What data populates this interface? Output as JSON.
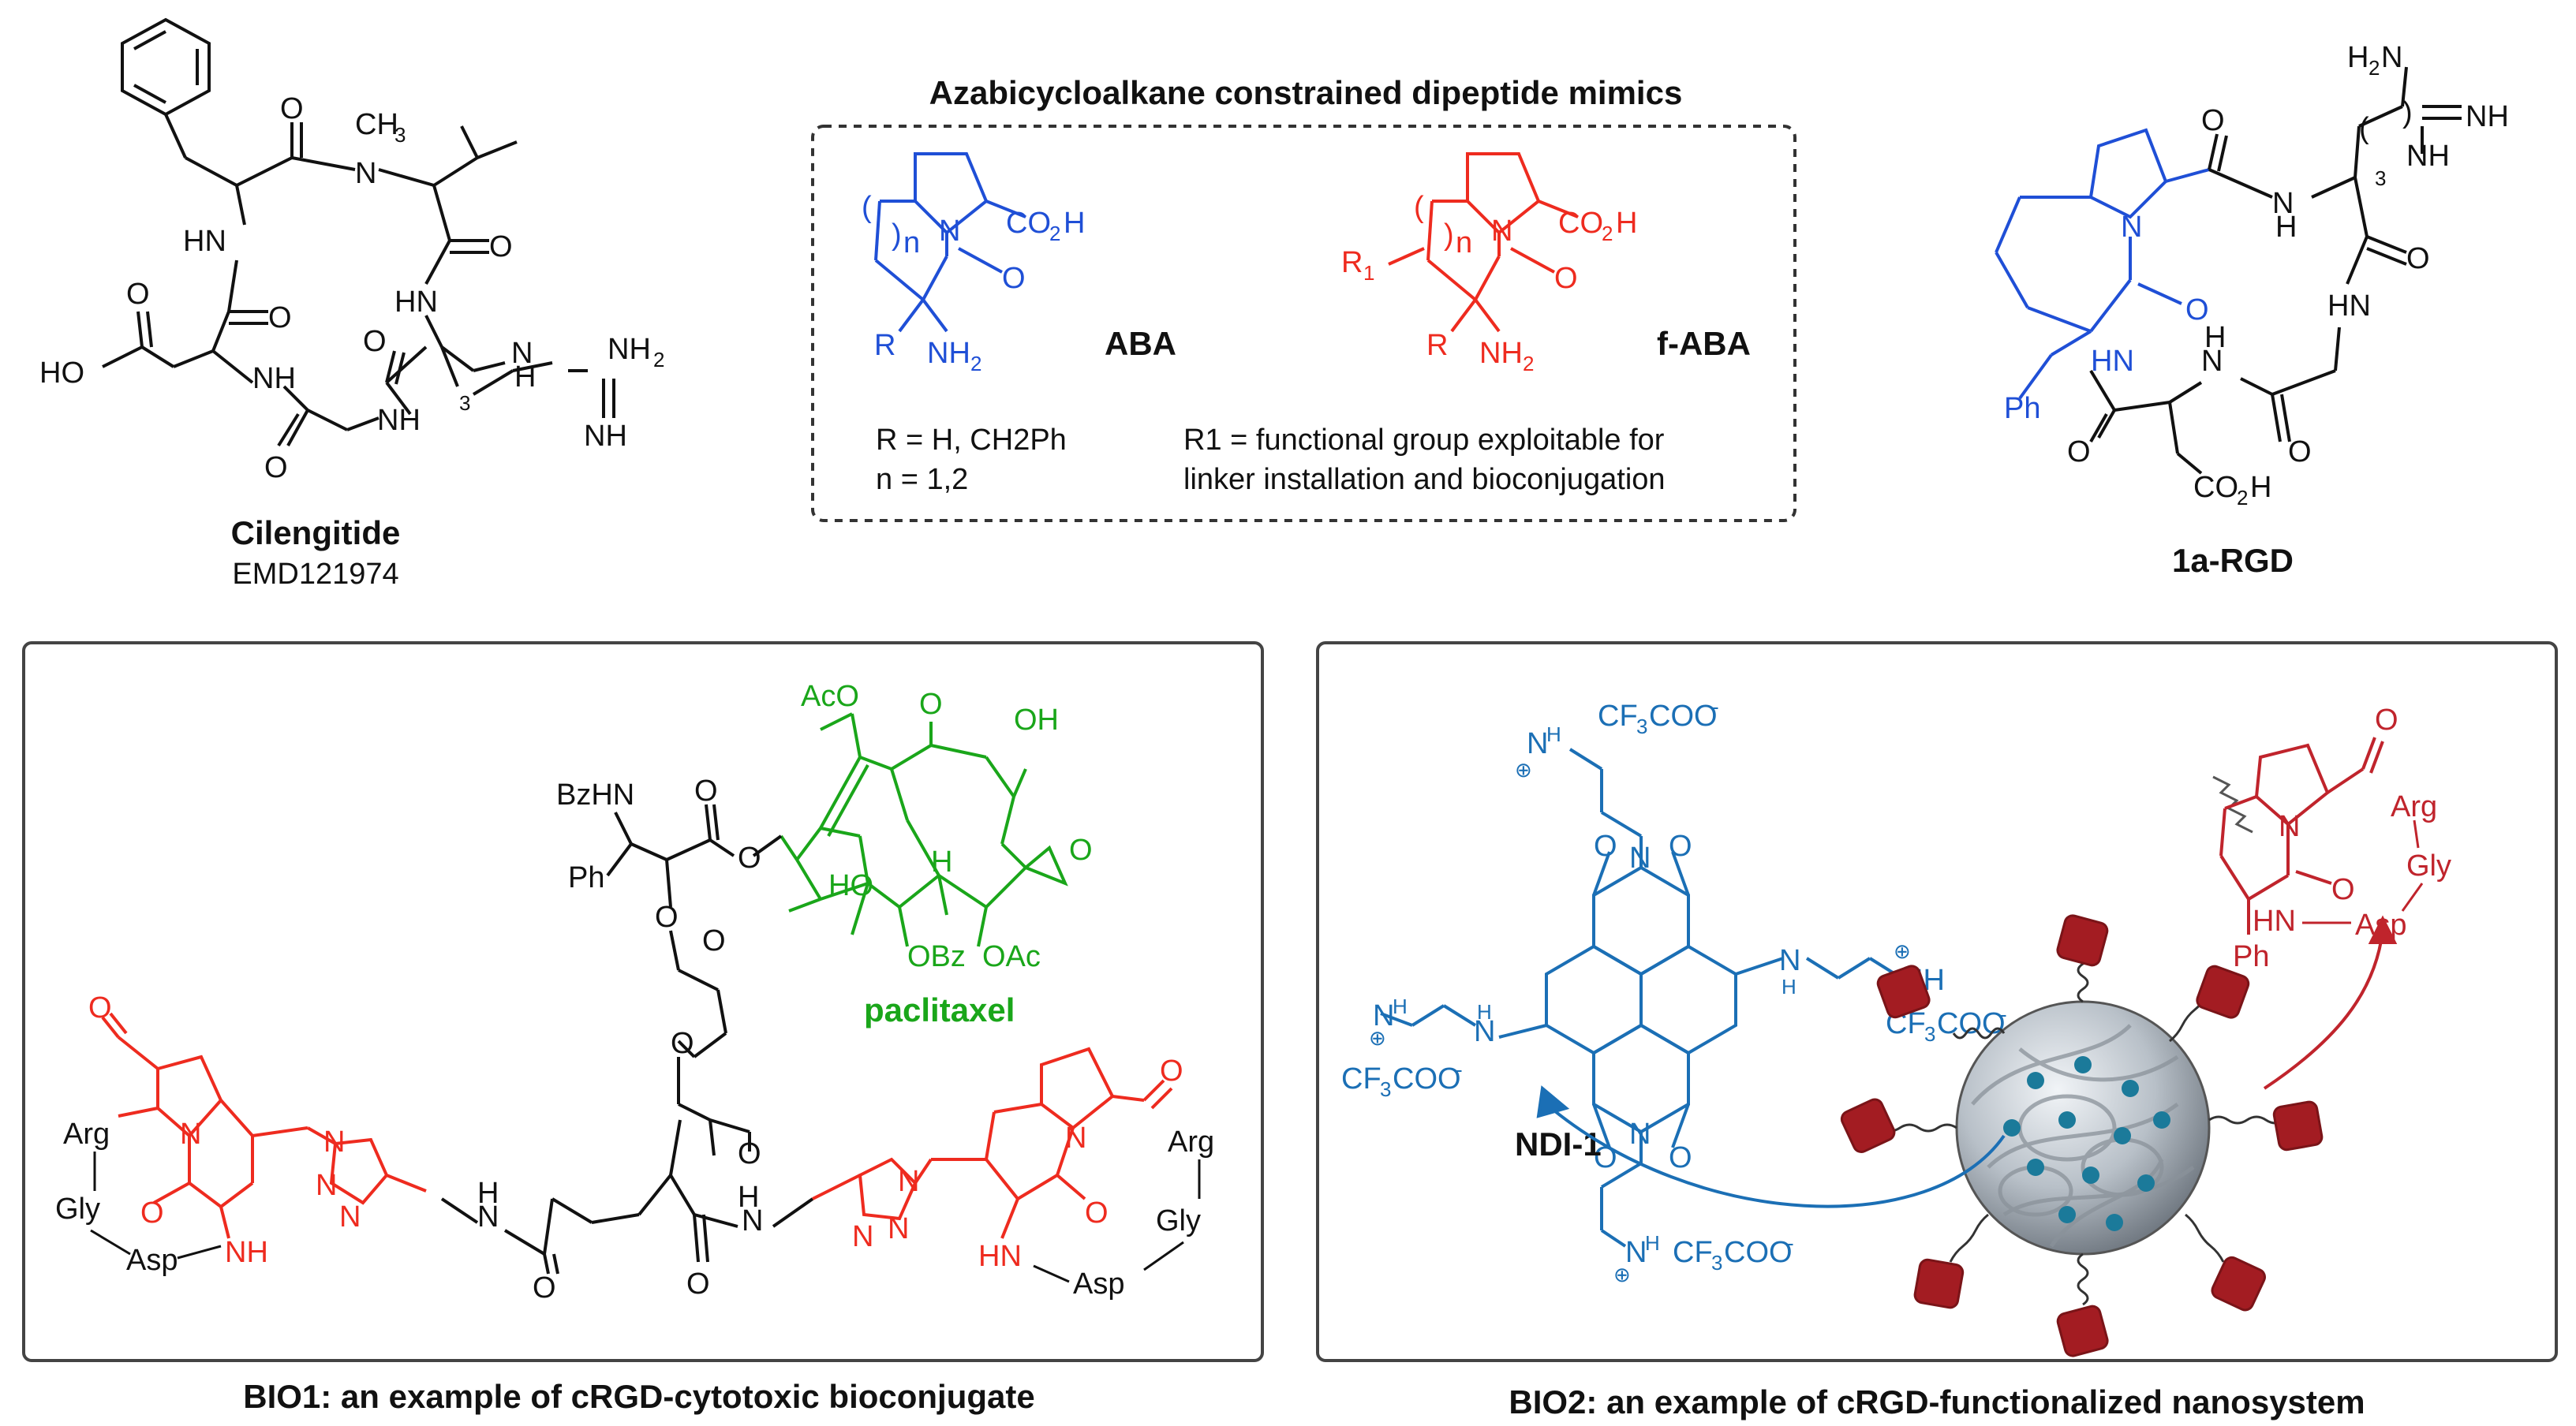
{
  "colors": {
    "black": "#111111",
    "blue": "#1f4fd6",
    "red": "#ee2b1f",
    "green": "#1aa61a",
    "ndi_blue": "#1b6fb5",
    "rgd_red": "#c0242c",
    "nano_gray": "#9aa3ad",
    "cube_red": "#a31c22"
  },
  "top": {
    "cilengitide": {
      "name": "Cilengitide",
      "code": "EMD121974",
      "labels": [
        "O",
        "CH3",
        "N",
        "HN",
        "O",
        "O",
        "HN",
        "O",
        "HO",
        "NH",
        "O",
        "N",
        "H",
        "NH",
        "NH2",
        "NH",
        "3"
      ]
    },
    "mimics_box": {
      "title": "Azabicycloalkane constrained dipeptide mimics",
      "aba": {
        "name": "ABA",
        "cooh": "CO2H",
        "n": "n",
        "N": "N",
        "O": "O",
        "R": "R",
        "NH2": "NH2"
      },
      "faba": {
        "name": "f-ABA",
        "cooh": "CO2H",
        "n": "n",
        "N": "N",
        "O": "O",
        "R": "R",
        "NH2": "NH2",
        "R1": "R1"
      },
      "note_r": "R = H, CH2Ph",
      "note_n": "n = 1,2",
      "note_r1_line1": "R1 = functional group exploitable for",
      "note_r1_line2": "linker installation and bioconjugation"
    },
    "rgd": {
      "name": "1a-RGD",
      "labels": [
        "H2N",
        "NH",
        "NH",
        "3",
        "O",
        "N",
        "H",
        "N",
        "O",
        "O",
        "HN",
        "N",
        "H",
        "Ph",
        "HN",
        "O",
        "O",
        "CO2H"
      ]
    }
  },
  "bio1": {
    "caption": "BIO1: an example of cRGD-cytotoxic bioconjugate",
    "paclitaxel_label": "paclitaxel",
    "labels_black": [
      "BzHN",
      "Ph",
      "O",
      "O",
      "O",
      "O",
      "O",
      "O",
      "H",
      "N",
      "H",
      "N",
      "O",
      "O"
    ],
    "labels_green": [
      "AcO",
      "O",
      "OH",
      "O",
      "O",
      "HO",
      "H",
      "OBz",
      "OAc"
    ],
    "labels_red": [
      "O",
      "N",
      "O",
      "NH",
      "N",
      "N",
      "N",
      "N",
      "N",
      "N",
      "O",
      "N",
      "O",
      "HN"
    ],
    "labels_rgd": [
      "Arg",
      "Gly",
      "Asp",
      "Arg",
      "Gly",
      "Asp"
    ]
  },
  "bio2": {
    "caption": "BIO2: an example of cRGD-functionalized nanosystem",
    "ndi_name": "NDI-1",
    "counterion": "CF3COO-",
    "labels_blue": [
      "NH",
      "O",
      "N",
      "O",
      "NH",
      "N",
      "H",
      "N",
      "H",
      "O",
      "N",
      "O",
      "NH"
    ],
    "labels_rgd": [
      "Arg",
      "Gly",
      "Asp",
      "HN",
      "Ph",
      "O",
      "N",
      "O"
    ]
  }
}
